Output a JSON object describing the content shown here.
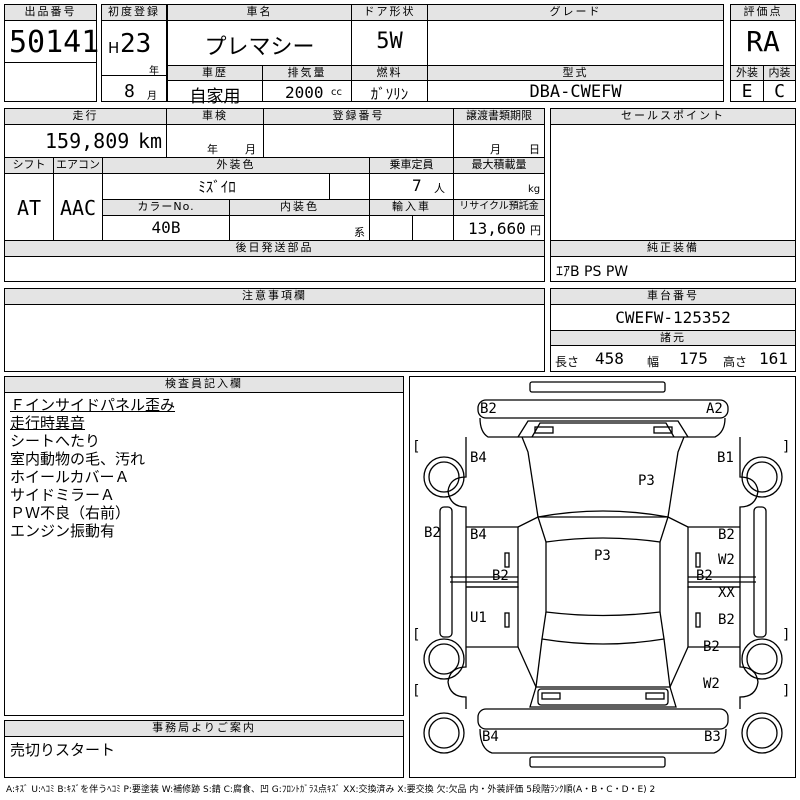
{
  "lot": {
    "label": "出品番号",
    "value": "50141"
  },
  "first_reg": {
    "label": "初度登録",
    "era": "H",
    "year": "23",
    "year_unit": "年",
    "month": "8",
    "month_unit": "月"
  },
  "car_name": {
    "label": "車名",
    "value": "プレマシー"
  },
  "door": {
    "label": "ドア形状",
    "value": "5W"
  },
  "grade": {
    "label": "グレード",
    "value": ""
  },
  "score": {
    "label": "評価点",
    "value": "RA"
  },
  "history": {
    "label": "車歴",
    "value": "自家用"
  },
  "displacement": {
    "label": "排気量",
    "value": "2000",
    "unit": "cc"
  },
  "fuel": {
    "label": "燃料",
    "value": "ｶﾞｿﾘﾝ"
  },
  "model": {
    "label": "型式",
    "value": "DBA-CWEFW"
  },
  "ext_int": {
    "ext_label": "外装",
    "int_label": "内装",
    "ext": "E",
    "int": "C"
  },
  "mileage": {
    "label": "走行",
    "value": "159,809",
    "unit": "km"
  },
  "inspection": {
    "label": "車検",
    "year_unit": "年",
    "month_unit": "月"
  },
  "reg_no": {
    "label": "登録番号",
    "value": ""
  },
  "transfer": {
    "label": "譲渡書類期限",
    "month_unit": "月",
    "day_unit": "日"
  },
  "sales_point": {
    "label": "セールスポイント",
    "value": ""
  },
  "shift": {
    "label": "シフト",
    "value": "AT"
  },
  "aircon": {
    "label": "エアコン",
    "value": "AAC"
  },
  "ext_color": {
    "label": "外装色",
    "value": "ﾐｽﾞｲﾛ"
  },
  "capacity": {
    "label": "乗車定員",
    "value": "7",
    "unit": "人"
  },
  "max_load": {
    "label": "最大積載量",
    "value": "",
    "unit": "kg"
  },
  "color_no": {
    "label": "カラーNo.",
    "value": "40B"
  },
  "int_color": {
    "label": "内装色",
    "value": "",
    "unit": "系"
  },
  "import": {
    "label": "輸入車",
    "value": ""
  },
  "recycle": {
    "label": "リサイクル預託金",
    "value": "13,660",
    "unit": "円"
  },
  "later_parts": {
    "label": "後日発送部品",
    "value": ""
  },
  "equipment": {
    "label": "純正装備",
    "value": "ｴｱB PS PW"
  },
  "notes": {
    "label": "注意事項欄",
    "value": ""
  },
  "chassis": {
    "label": "車台番号",
    "value": "CWEFW-125352"
  },
  "dims": {
    "label": "諸元",
    "len_label": "長さ",
    "len": "458",
    "wid_label": "幅",
    "wid": "175",
    "hei_label": "高さ",
    "hei": "161"
  },
  "inspector": {
    "label": "検査員記入欄",
    "lines": [
      "Ｆインサイドパネル歪み",
      "走行時異音",
      "シートへたり",
      "室内動物の毛、汚れ",
      "ホイールカバーＡ",
      "サイドミラーＡ",
      "ＰＷ不良（右前）",
      "エンジン振動有"
    ]
  },
  "office": {
    "label": "事務局よりご案内",
    "value": "売切りスタート"
  },
  "diagram": {
    "marks": [
      "B2",
      "A2",
      "B4",
      "B1",
      "P3",
      "B2",
      "B4",
      "P3",
      "B2",
      "W2",
      "B2",
      "B2",
      "XX",
      "U1",
      "B2",
      "B2",
      "W2",
      "B4",
      "B3"
    ],
    "brackets": [
      "[",
      "]",
      "[",
      "]",
      "[",
      "]"
    ]
  },
  "legend": "A:ｷｽﾞ U:ﾍｺﾐ B:ｷｽﾞを伴うﾍｺﾐ P:要塗装 W:補修跡 S:錆 C:腐食、凹 G:ﾌﾛﾝﾄｶﾞﾗｽ点ｷｽﾞ XX:交換済み X:要交換 欠:欠品 内・外装評価 5段階ﾗﾝｸ順(A・B・C・D・E) 2"
}
